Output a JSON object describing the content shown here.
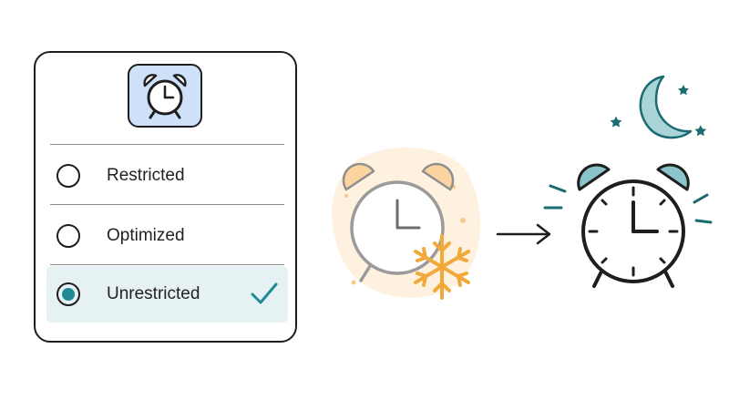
{
  "settings_card": {
    "app_icon": "alarm-clock-icon",
    "options": [
      {
        "label": "Restricted",
        "selected": false
      },
      {
        "label": "Optimized",
        "selected": false
      },
      {
        "label": "Unrestricted",
        "selected": true
      }
    ],
    "selected_indicator": "checkmark-icon"
  },
  "illustration": {
    "left": "frozen-alarm-clock-icon",
    "connector": "arrow-right-icon",
    "right": "ringing-alarm-clock-icon",
    "night_symbol": "crescent-moon-icon"
  },
  "colors": {
    "accent_teal": "#1f8a93",
    "app_icon_bg": "#cfe1f9",
    "selected_row_bg": "#e6f1f3",
    "snowflake": "#f2a93b",
    "frozen_glow": "#fdebd2",
    "moon": "#a9d4d8",
    "bell_teal": "#8cc4cb"
  }
}
